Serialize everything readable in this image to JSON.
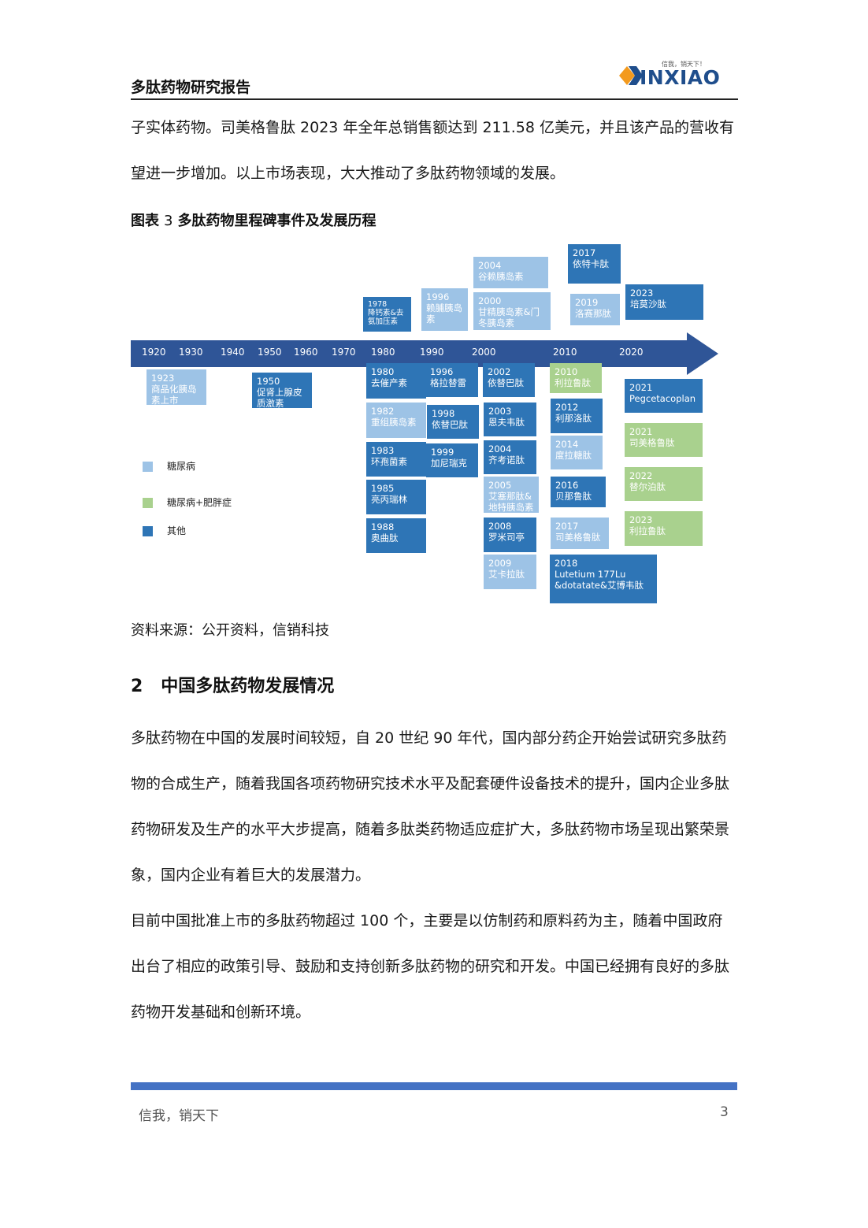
{
  "header": {
    "title": "多肽药物研究报告",
    "logo_slogan": "信我，销天下！",
    "logo_text": "INXIAO"
  },
  "intro": {
    "line1": "子实体药物。司美格鲁肽 2023 年全年总销售额达到 211.58 亿美元，并且该产品的营收有",
    "line2": "望进一步增加。以上市场表现，大大推动了多肽药物领域的发展。"
  },
  "figure": {
    "label": "图表",
    "number": "3",
    "title": "多肽药物里程碑事件及发展历程",
    "years": [
      "1920",
      "1930",
      "1940",
      "1950",
      "1960",
      "1970",
      "1980",
      "1990",
      "2000",
      "2010",
      "2020"
    ],
    "legend": [
      {
        "label": "糖尿病",
        "color": "#9dc3e6"
      },
      {
        "label": "糖尿病+肥胖症",
        "color": "#a9d18e"
      },
      {
        "label": "其他",
        "color": "#2e75b6"
      }
    ],
    "events": [
      {
        "year": "2004",
        "name": "谷赖胰岛素",
        "cat": "light"
      },
      {
        "year": "2017",
        "name": "依特卡肽",
        "cat": "dark"
      },
      {
        "year": "1978",
        "name": "降钙素&去氨加压素",
        "cat": "dark"
      },
      {
        "year": "1996",
        "name": "赖脯胰岛素",
        "cat": "light"
      },
      {
        "year": "2000",
        "name": "甘精胰岛素&门冬胰岛素",
        "cat": "light"
      },
      {
        "year": "2019",
        "name": "洛赛那肽",
        "cat": "light"
      },
      {
        "year": "2023",
        "name": "培莫沙肽",
        "cat": "dark"
      },
      {
        "year": "1923",
        "name": "商品化胰岛素上市",
        "cat": "light"
      },
      {
        "year": "1950",
        "name": "促肾上腺皮质激素",
        "cat": "dark"
      },
      {
        "year": "1980",
        "name": "去催产素",
        "cat": "dark"
      },
      {
        "year": "1996",
        "name": "格拉替雷",
        "cat": "dark"
      },
      {
        "year": "2002",
        "name": "依替巴肽",
        "cat": "dark"
      },
      {
        "year": "2010",
        "name": "利拉鲁肽",
        "cat": "green"
      },
      {
        "year": "2021",
        "name": "Pegcetacoplan",
        "cat": "dark"
      },
      {
        "year": "1982",
        "name": "重组胰岛素",
        "cat": "light"
      },
      {
        "year": "1998",
        "name": "依替巴肽",
        "cat": "dark"
      },
      {
        "year": "2003",
        "name": "恩夫韦肽",
        "cat": "dark"
      },
      {
        "year": "2012",
        "name": "利那洛肽",
        "cat": "dark"
      },
      {
        "year": "2021",
        "name": "司美格鲁肽",
        "cat": "green"
      },
      {
        "year": "1983",
        "name": "环孢菌素",
        "cat": "dark"
      },
      {
        "year": "1999",
        "name": "加尼瑞克",
        "cat": "dark"
      },
      {
        "year": "2004",
        "name": "齐考诺肽",
        "cat": "dark"
      },
      {
        "year": "2014",
        "name": "度拉糖肽",
        "cat": "light"
      },
      {
        "year": "2005",
        "name": "艾塞那肽&地特胰岛素",
        "cat": "light"
      },
      {
        "year": "2016",
        "name": "贝那鲁肽",
        "cat": "dark"
      },
      {
        "year": "2022",
        "name": "替尔泊肽",
        "cat": "green"
      },
      {
        "year": "1985",
        "name": "亮丙瑞林",
        "cat": "dark"
      },
      {
        "year": "1988",
        "name": "奥曲肽",
        "cat": "dark"
      },
      {
        "year": "2008",
        "name": "罗米司亭",
        "cat": "dark"
      },
      {
        "year": "2017",
        "name": "司美格鲁肽",
        "cat": "light"
      },
      {
        "year": "2023",
        "name": "利拉鲁肽",
        "cat": "green"
      },
      {
        "year": "2009",
        "name": "艾卡拉肽",
        "cat": "light"
      },
      {
        "year": "2018",
        "name": "Lutetium 177Lu &dotatate&艾博韦肽",
        "cat": "dark"
      }
    ]
  },
  "source": "资料来源：公开资料，信销科技",
  "section": {
    "number": "2",
    "title": "中国多肽药物发展情况"
  },
  "body": {
    "p1": [
      "多肽药物在中国的发展时间较短，自 20 世纪 90 年代，国内部分药企开始尝试研究多肽药",
      "物的合成生产，随着我国各项药物研究技术水平及配套硬件设备技术的提升，国内企业多肽",
      "药物研发及生产的水平大步提高，随着多肽类药物适应症扩大，多肽药物市场呈现出繁荣景",
      "象，国内企业有着巨大的发展潜力。"
    ],
    "p2": [
      "目前中国批准上市的多肽药物超过 100 个，主要是以仿制药和原料药为主，随着中国政府",
      "出台了相应的政策引导、鼓励和支持创新多肽药物的研究和开发。中国已经拥有良好的多肽",
      "药物开发基础和创新环境。"
    ]
  },
  "footer": {
    "slogan": "信我，销天下",
    "page": "3"
  }
}
